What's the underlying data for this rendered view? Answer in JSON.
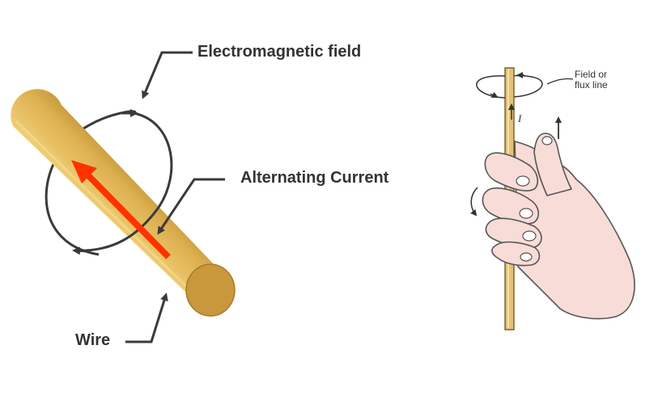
{
  "left_diagram": {
    "field_label": "Electromagnetic field",
    "current_label": "Alternating Current",
    "wire_label": "Wire"
  },
  "right_diagram": {
    "field_line1": "Field or",
    "field_line2": "flux line",
    "current_symbol": "I"
  },
  "colors": {
    "wire_light": "#f0cc6c",
    "wire_mid": "#dcae4e",
    "wire_dark": "#b98a33",
    "current_arrow": "#ff3300",
    "lines": "#3a3a3a",
    "hand": "#f8dcd8"
  }
}
